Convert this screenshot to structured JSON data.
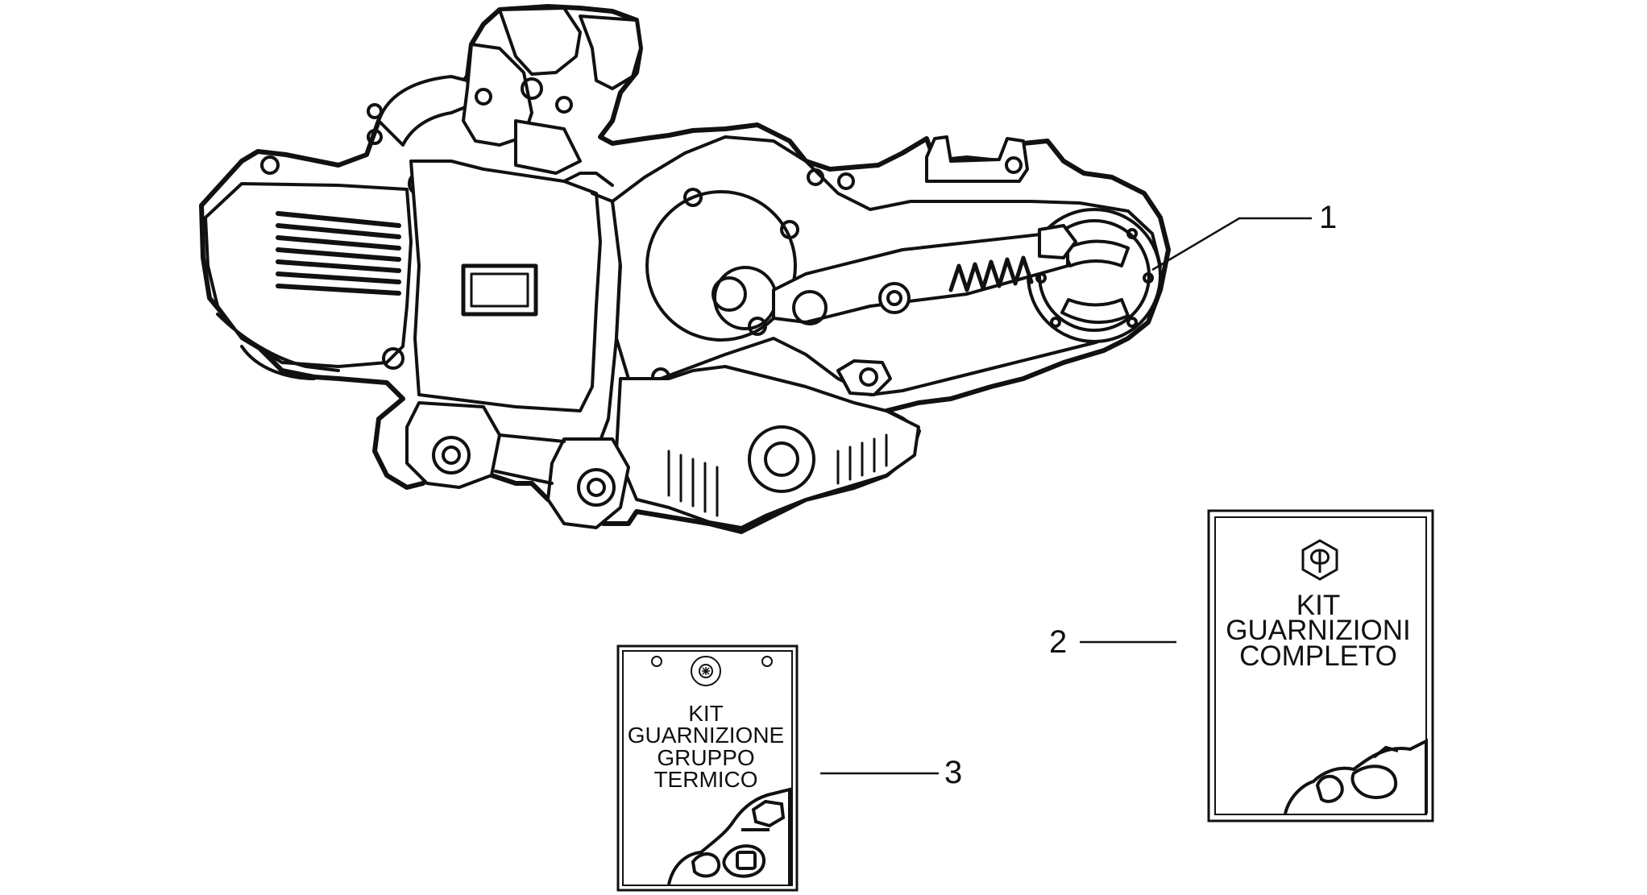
{
  "diagram": {
    "callouts": [
      {
        "number": "1",
        "part": "engine"
      },
      {
        "number": "2",
        "part": "kit-guarnizioni-completo"
      },
      {
        "number": "3",
        "part": "kit-guarnizione-gruppo-termico"
      }
    ],
    "kit_complete": {
      "lines": [
        "KIT",
        "GUARNIZIONI",
        "COMPLETO"
      ]
    },
    "kit_cylinder": {
      "lines": [
        "KIT",
        "GUARNIZIONE",
        "GRUPPO",
        "TERMICO"
      ]
    }
  },
  "colors": {
    "ink": "#111111",
    "paper": "#ffffff"
  }
}
